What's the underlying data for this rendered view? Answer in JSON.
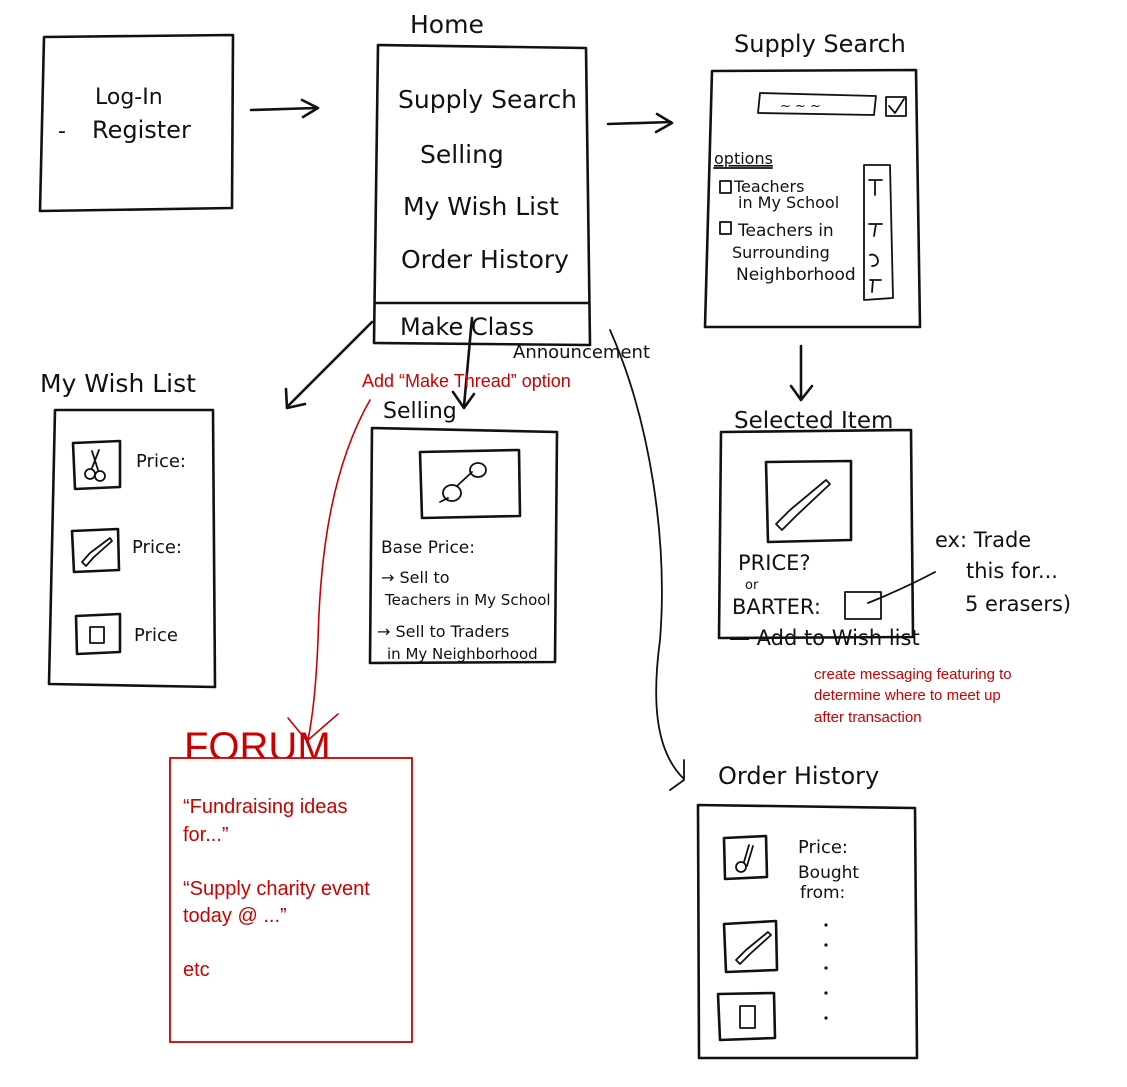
{
  "login_screen": {
    "line1": "Log-In",
    "line2": "Register",
    "bullet": "-"
  },
  "home": {
    "title": "Home",
    "items": [
      "Supply Search",
      "Selling",
      "My Wish List",
      "Order History"
    ],
    "footer": "Make Class",
    "footer_extra": "Announcement"
  },
  "supply_search": {
    "title": "Supply Search",
    "options_label": "options",
    "option1_line1": "Teachers",
    "option1_line2": "in My School",
    "option2_line1": "Teachers in",
    "option2_line2": "Surrounding",
    "option2_line3": "Neighborhood"
  },
  "wish_list": {
    "title": "My Wish List",
    "items": [
      "Price:",
      "Price:",
      "Price"
    ]
  },
  "selling": {
    "title": "Selling",
    "base_price": "Base Price:",
    "option1_line1": "→ Sell to",
    "option1_line2": "Teachers in My School",
    "option2_line1": "→ Sell to Traders",
    "option2_line2": "in My Neighborhood"
  },
  "selected_item": {
    "title": "Selected Item",
    "price": "PRICE?",
    "or": "or",
    "barter": "BARTER:",
    "add_wish": "— Add to Wish list",
    "note_line1": "ex: Trade",
    "note_line2": "this for...",
    "note_line3": "5 erasers)"
  },
  "annotations": {
    "make_thread": "Add “Make Thread” option",
    "messaging_line1": "create messaging featuring to",
    "messaging_line2": "determine where to meet up",
    "messaging_line3": "after transaction"
  },
  "forum": {
    "title": "FORUM",
    "post1_line1": "“Fundraising ideas",
    "post1_line2": "for...”",
    "post2_line1": "“Supply charity event",
    "post2_line2": "today @ ...”",
    "post3": "etc"
  },
  "order_history": {
    "title": "Order History",
    "price": "Price:",
    "bought_line1": "Bought",
    "bought_line2": "from:"
  },
  "colors": {
    "ink": "#111111",
    "annotation_red": "#cc0000",
    "paper": "#ffffff"
  },
  "icon_names": [
    "scissors-icon",
    "paintbrush-icon",
    "box-icon",
    "checkbox-icon",
    "arrow-icon"
  ]
}
